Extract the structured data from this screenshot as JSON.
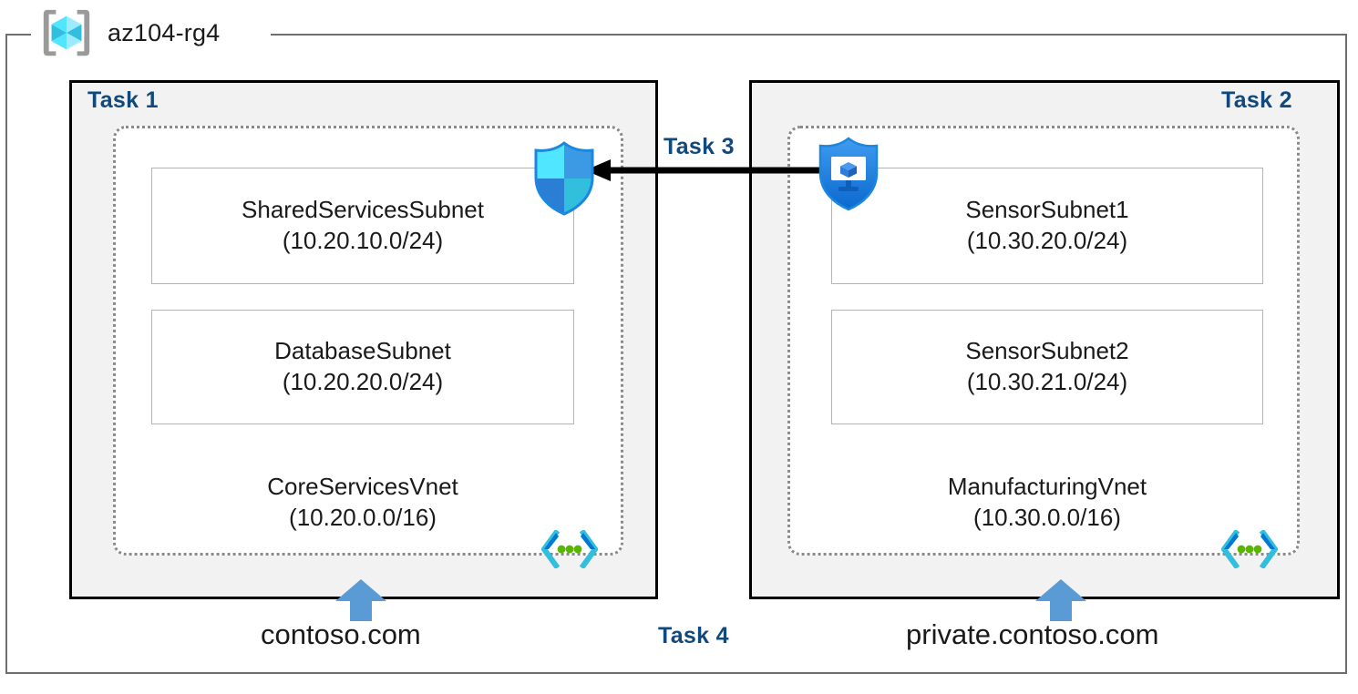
{
  "resource_group": {
    "name": "az104-rg4",
    "icon": "azure-resource-group-icon"
  },
  "colors": {
    "task_label": "#11497c",
    "task_box_fill": "#f2f2f2",
    "task_box_border": "#000000",
    "vnet_border": "#8a8a8a",
    "subnet_border": "#b4b4b4",
    "rg_border": "#6e6e6e",
    "arrow_blue": "#5b9bd5",
    "arrow_black": "#000000",
    "cube_cyan": "#50e6ff",
    "shield_blue": "#0078d4"
  },
  "tasks": [
    {
      "id": "task-1",
      "label": "Task 1"
    },
    {
      "id": "task-2",
      "label": "Task 2"
    },
    {
      "id": "task-3",
      "label": "Task 3"
    },
    {
      "id": "task-4",
      "label": "Task 4"
    }
  ],
  "left_group": {
    "task_label": "Task 1",
    "vnet": {
      "name": "CoreServicesVnet",
      "cidr": "(10.20.0.0/16)",
      "icon": "virtual-network-icon"
    },
    "subnets": [
      {
        "name": "SharedServicesSubnet",
        "cidr": "(10.20.10.0/24)"
      },
      {
        "name": "DatabaseSubnet",
        "cidr": "(10.20.20.0/24)"
      }
    ],
    "dns_zone": "contoso.com",
    "dns_arrow": "up-arrow-icon"
  },
  "right_group": {
    "task_label": "Task 2",
    "vnet": {
      "name": "ManufacturingVnet",
      "cidr": "(10.30.0.0/16)",
      "icon": "virtual-network-icon"
    },
    "subnets": [
      {
        "name": "SensorSubnet1",
        "cidr": "(10.30.20.0/24)"
      },
      {
        "name": "SensorSubnet2",
        "cidr": "(10.30.21.0/24)"
      }
    ],
    "dns_zone": "private.contoso.com",
    "dns_arrow": "up-arrow-icon"
  },
  "connection": {
    "label": "Task 3",
    "direction": "right-to-left",
    "source_icon": "private-link-shield-icon",
    "target_icon": "security-shield-icon"
  },
  "bottom": {
    "label": "Task 4"
  }
}
